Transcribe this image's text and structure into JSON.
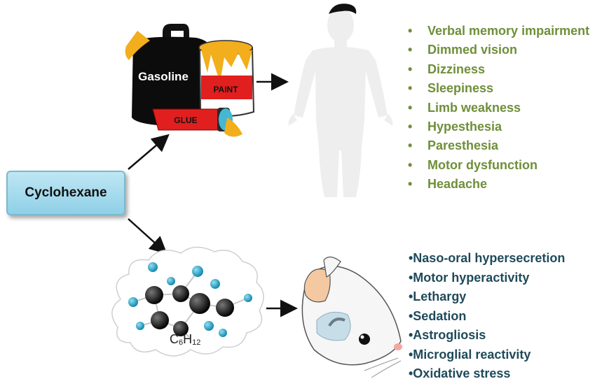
{
  "source_node": {
    "label": "Cyclohexane"
  },
  "products": {
    "gasoline": "Gasoline",
    "paint": "PAINT",
    "glue": "GLUE"
  },
  "molecule": {
    "formula_c": "C",
    "formula_c_sub": "6",
    "formula_h": "H",
    "formula_h_sub": "12"
  },
  "human_symptoms": [
    "Verbal memory impairment",
    "Dimmed vision",
    "Dizziness",
    "Sleepiness",
    "Limb weakness",
    "Hypesthesia",
    "Paresthesia",
    "Motor dysfunction",
    "Headache"
  ],
  "rat_effects": [
    "•Naso-oral hypersecretion",
    "•Motor hyperactivity",
    "•Lethargy",
    "•Sedation",
    "•Astrogliosis",
    "•Microglial reactivity",
    "•Oxidative stress"
  ],
  "colors": {
    "human_text": "#6f8f3a",
    "rat_text": "#1f4a5a",
    "box_fill": "#a9dcef",
    "carbon": "#111111",
    "hydrogen": "#2aa3c4"
  }
}
